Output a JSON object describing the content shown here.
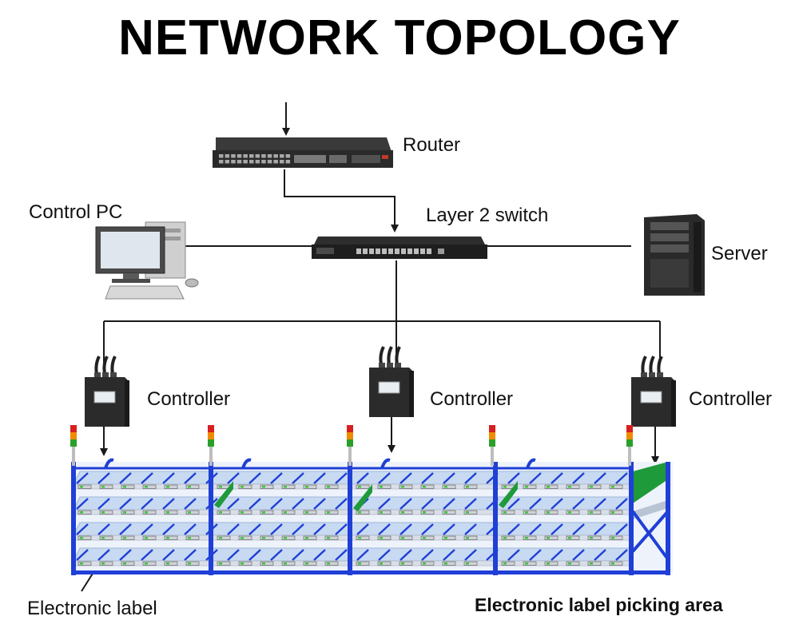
{
  "title": "NETWORK TOPOLOGY",
  "labels": {
    "router": "Router",
    "control_pc": "Control PC",
    "layer2_switch": "Layer 2 switch",
    "server": "Server",
    "controller_left": "Controller",
    "controller_middle": "Controller",
    "controller_right": "Controller",
    "electronic_label": "Electronic label",
    "picking_area": "Electronic label picking area"
  },
  "colors": {
    "line": "#1a1a1a",
    "device_dark": "#2b2b2b",
    "rack_blue": "#1f3fd6",
    "shelf_blue": "#c8daf2",
    "label_green": "#3cc43c",
    "accent_green": "#1f9a3a",
    "light_red": "#d62020",
    "light_orange": "#f08a00",
    "light_green": "#2aa02a"
  }
}
